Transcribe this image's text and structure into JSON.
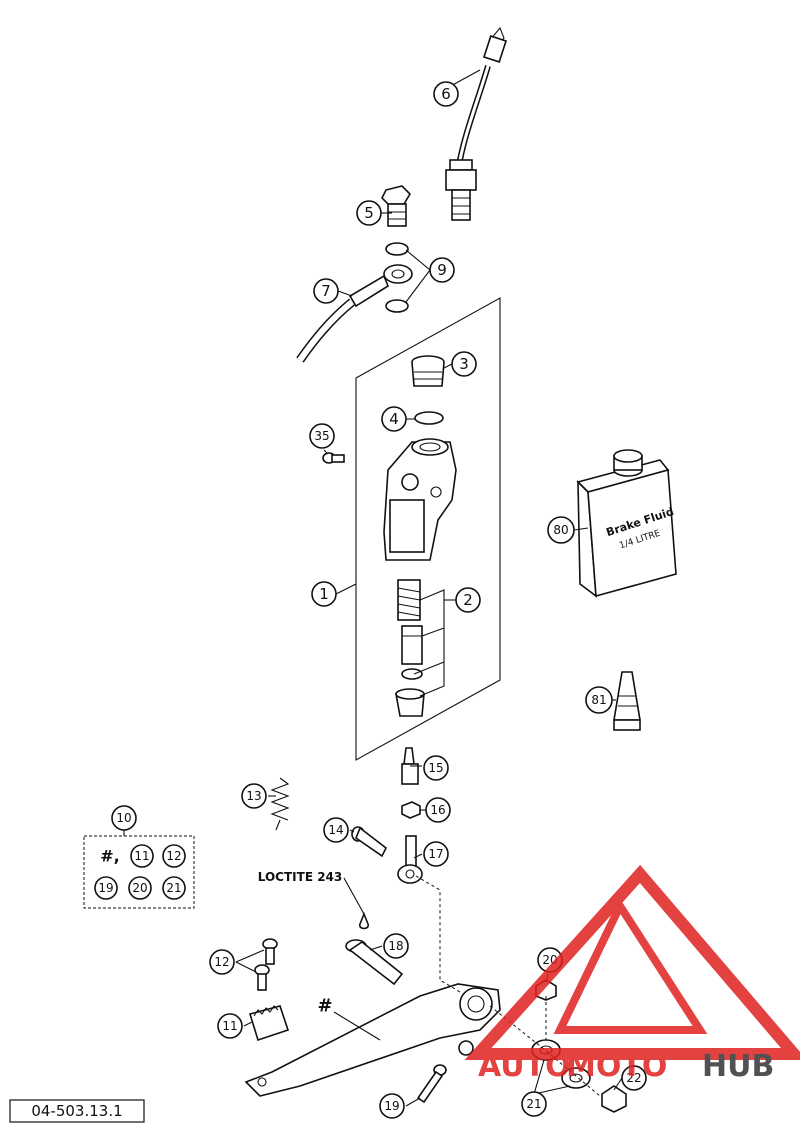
{
  "callouts": {
    "c1": "1",
    "c2": "2",
    "c3": "3",
    "c4": "4",
    "c5": "5",
    "c6": "6",
    "c7": "7",
    "c9": "9",
    "c10": "10",
    "c11": "11",
    "c12": "12",
    "c13": "13",
    "c14": "14",
    "c15": "15",
    "c16": "16",
    "c17": "17",
    "c18": "18",
    "c19": "19",
    "c20": "20",
    "c21": "21",
    "c22": "22",
    "c35": "35",
    "c80": "80",
    "c81": "81"
  },
  "kit_box": {
    "r1a": "#,",
    "r1b": "11",
    "r1c": "12",
    "r2a": "19",
    "r2b": "20",
    "r2c": "21"
  },
  "loctite_label": "LOCTITE 243",
  "hash_mark": "#",
  "brake_fluid": {
    "line1": "Brake Fluid",
    "line2": "1/4 LITRE"
  },
  "drawing_number": "04-503.13.1",
  "watermark": {
    "auto": "AUTO",
    "moto": "MOTO",
    "hub": "HUB",
    "color_red": "#e02020",
    "color_dark": "#333333"
  }
}
